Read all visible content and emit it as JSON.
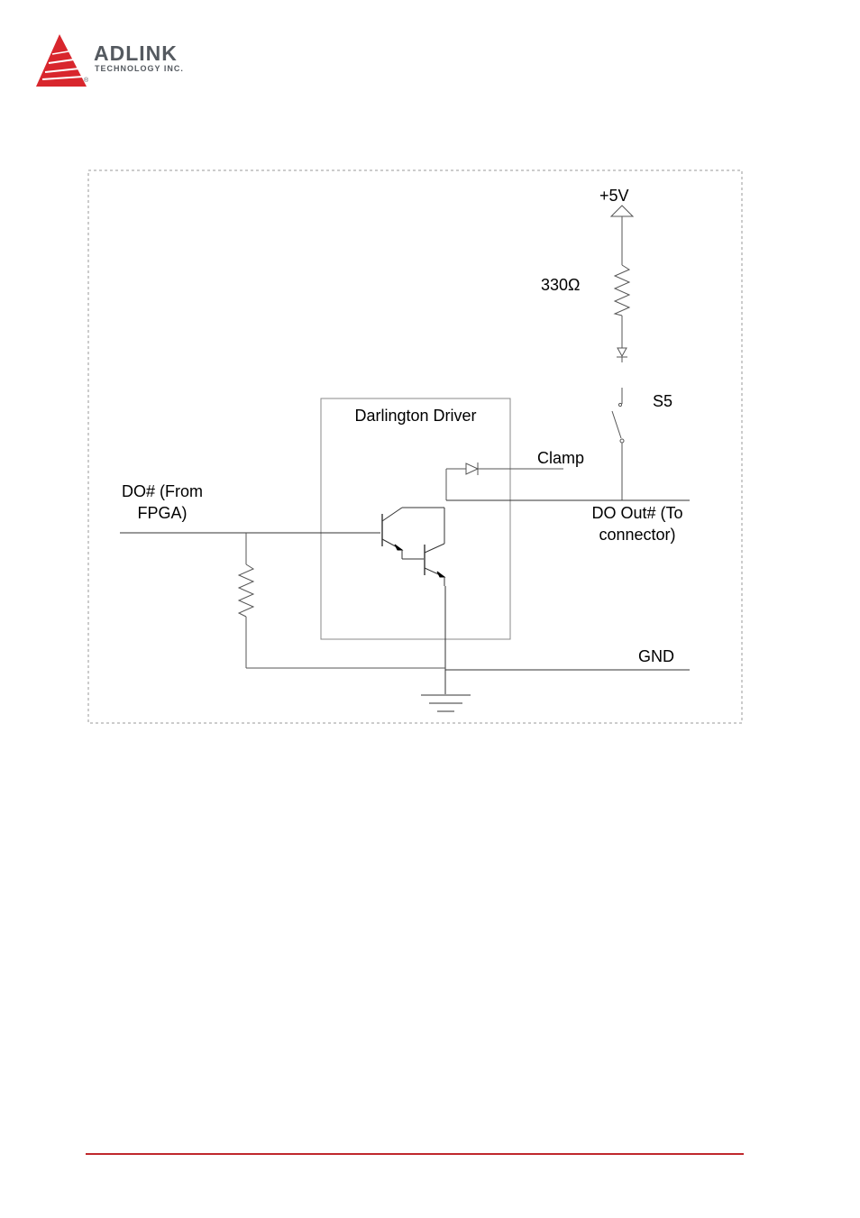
{
  "header": {
    "logo_name": "ADLINK",
    "logo_subtitle": "TECHNOLOGY INC.",
    "logo_reg_mark": "®",
    "brand_color": "#d8262d"
  },
  "diagram": {
    "labels": {
      "plus5v": "+5V",
      "resistor": "330Ω",
      "switch": "S5",
      "driver": "Darlington Driver",
      "clamp": "Clamp",
      "input_line1": "DO# (From",
      "input_line2": "FPGA)",
      "output_line1": "DO Out# (To",
      "output_line2": "connector)",
      "ground": "GND"
    }
  },
  "footer": {
    "rule_color": "#c0282d"
  }
}
